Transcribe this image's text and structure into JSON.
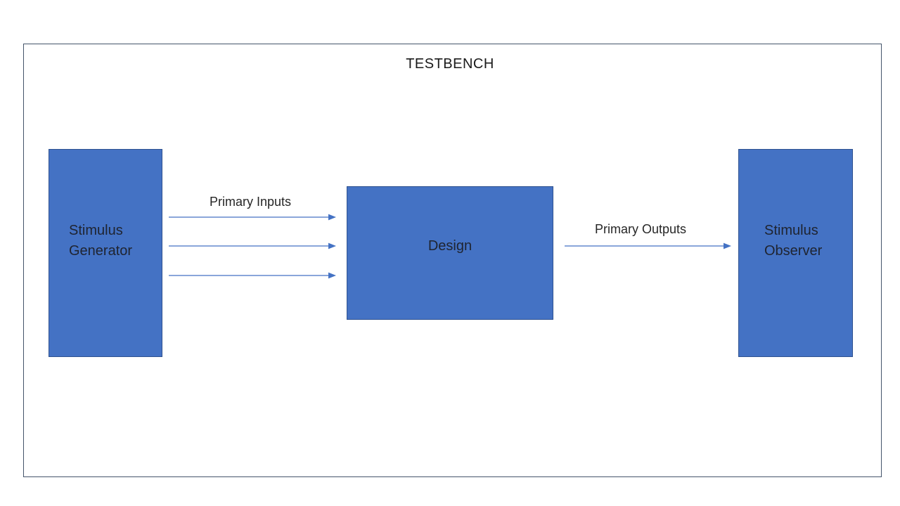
{
  "diagram": {
    "title": "TESTBENCH",
    "nodes": {
      "stimulus_generator": {
        "line1": "Stimulus",
        "line2": "Generator"
      },
      "design": {
        "label": "Design"
      },
      "stimulus_observer": {
        "line1": "Stimulus",
        "line2": "Observer"
      }
    },
    "edges": {
      "primary_inputs": {
        "label": "Primary Inputs",
        "arrow_count": 3,
        "from": "Stimulus Generator",
        "to": "Design"
      },
      "primary_outputs": {
        "label": "Primary Outputs",
        "arrow_count": 1,
        "from": "Design",
        "to": "Stimulus Observer"
      }
    },
    "colors": {
      "node_fill": "#4472C4",
      "node_border": "#2F528F",
      "arrow": "#4472C4",
      "frame_border": "#44546A",
      "node_text": "#1F2430",
      "label_text": "#262626"
    }
  }
}
